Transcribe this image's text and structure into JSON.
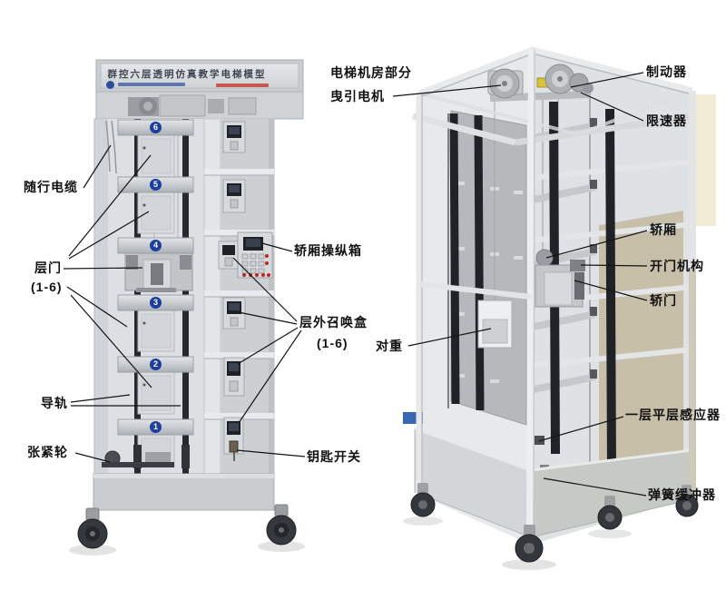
{
  "page": {
    "background": "#ffffff",
    "type": "annotated product photo diagram of two transparent teaching elevator models"
  },
  "left_model": {
    "title": "群控六层透明仿真教学电梯模型",
    "floor_numbers": [
      "6",
      "5",
      "4",
      "3",
      "2",
      "1"
    ]
  },
  "labels": {
    "trailing_cable": "随行电缆",
    "landing_door": "层门",
    "landing_door_range": "(1-6)",
    "guide_rail": "导轨",
    "tension_wheel": "张紧轮",
    "machine_room_section": "电梯机房部分",
    "traction_motor": "曳引电机",
    "car_operation_box": "轿厢操纵箱",
    "landing_call_box": "层外召唤盒",
    "landing_call_box_range": "(1-6)",
    "counterweight": "对重",
    "key_switch": "钥匙开关",
    "brake": "制动器",
    "speed_governor": "限速器",
    "car": "轿厢",
    "door_opening_mechanism": "开门机构",
    "car_door": "轿门",
    "first_floor_leveling_sensor": "一层平层感应器",
    "spring_buffer": "弹簧缓冲器"
  },
  "colors": {
    "label_color": "#111111",
    "line_color": "#141414",
    "floor_badge": "#1c3ea3",
    "display_dark": "#1e2227",
    "red_button": "#c32222",
    "title_color": "#3f4450"
  }
}
